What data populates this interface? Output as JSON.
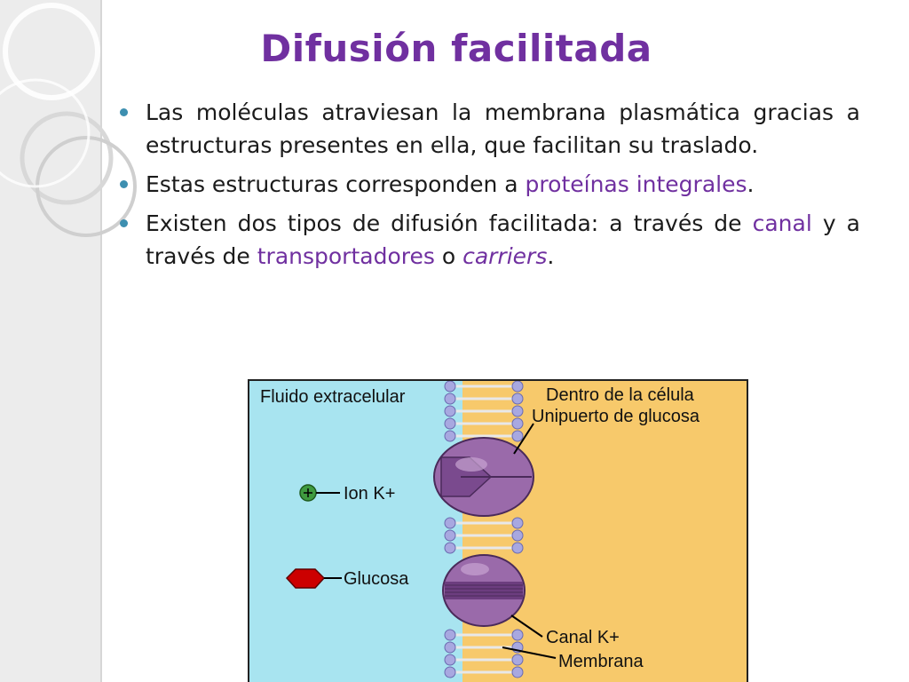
{
  "slide": {
    "title": "Difusión facilitada",
    "bullets": [
      {
        "text": "Las moléculas atraviesan la membrana plasmática gracias a estructuras presentes en ella, que facilitan su traslado."
      },
      {
        "pre": "Estas estructuras corresponden a ",
        "highlight": "proteínas integrales",
        "post": "."
      },
      {
        "pre": "Existen dos tipos de difusión facilitada: a través de ",
        "highlight1": "canal",
        "mid": " y a través de ",
        "highlight2": "transportadores",
        "mid2": " o ",
        "highlight3": "carriers",
        "post": "."
      }
    ]
  },
  "figure": {
    "labels": {
      "extracellular": "Fluido extracelular",
      "inside_cell": "Dentro de la célula",
      "uniporter": "Unipuerto de glucosa",
      "ion": "Ion K+",
      "glucose": "Glucosa",
      "channel": "Canal K+",
      "membrane": "Membrana"
    },
    "colors": {
      "extracellular": "#a8e4f0",
      "cytoplasm": "#f7c96b",
      "protein": "#9a6aaa",
      "ion": "#3f9a3f",
      "glucose": "#cc0000",
      "phospholipid_head": "#a8a8e0"
    }
  },
  "theme": {
    "title_color": "#7030a0",
    "highlight_color": "#7030a0",
    "bullet_color": "#3d8fb0"
  }
}
